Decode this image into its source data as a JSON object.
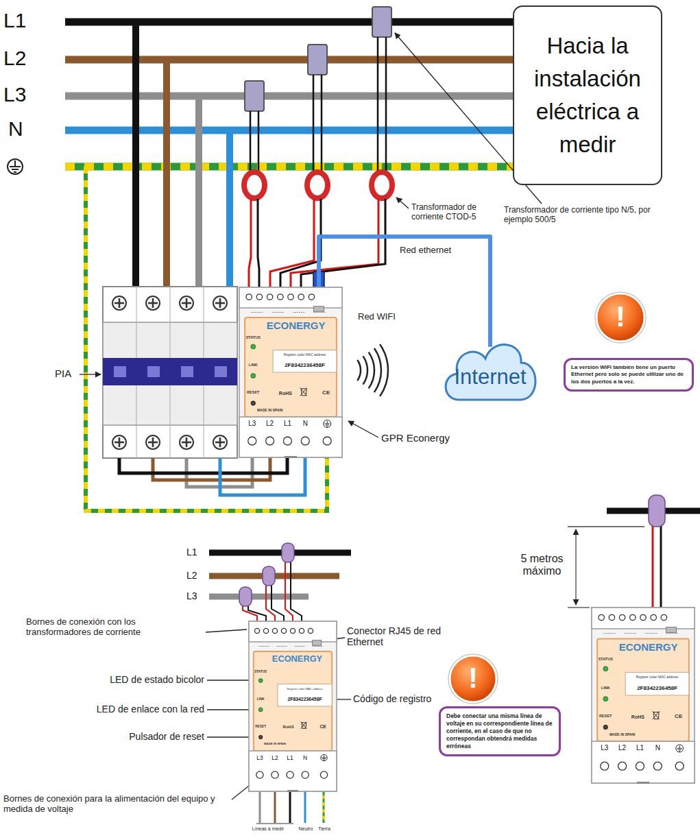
{
  "diagram": {
    "nodes": [
      {
        "text": [
          "Hacia la instalación eléctrica a medir"
        ]
      },
      {
        "text": [
          "ECONERGY",
          "STATUS",
          "LINK",
          "RESET",
          "Register code/ MAC address",
          "2F8342236458F",
          "RoHS",
          "CE",
          "MADE IN SPAIN",
          "L3",
          "L2",
          "L1",
          "N"
        ]
      },
      {
        "text": [
          "Internet"
        ]
      },
      {
        "text": [
          "La versión WiFi también tiene un puerto Ethernet pero solo se puede utilizar uno de los dos puertos a la vez."
        ]
      },
      {
        "text": [
          "ECONERGY",
          "STATUS",
          "LINK",
          "RESET",
          "Register code/ MAC address",
          "2F8342236458F",
          "RoHS",
          "CE",
          "MADE IN SPAIN",
          "L3",
          "L2",
          "L1",
          "N"
        ]
      },
      {
        "text": [
          "Debe conectar una misma línea de voltaje en su correspondiente línea de corriente, en el caso de que no correspondan obtendrá medidas erróneas"
        ]
      },
      {
        "text": [
          "ECONERGY",
          "STATUS",
          "LINK",
          "RESET",
          "Register code/ MAC address",
          "2F8342236458F",
          "RoHS",
          "CE",
          "MADE IN SPAIN",
          "L3",
          "L2",
          "L1",
          "N"
        ]
      }
    ],
    "edges": [
      {
        "from": 1,
        "to": 2,
        "arrow": "none"
      }
    ],
    "labels": [
      "L1",
      "L2",
      "L3",
      "N",
      "Transformador de corriente CTOD-5",
      "Transformador de corriente tipo N/5, por ejemplo 500/5",
      "Red ethernet",
      "Red WIFI",
      "PIA",
      "GPR Econergy",
      "L1",
      "L2",
      "L3",
      "Bornes de conexión con los transformadores de corriente",
      "Conector RJ45 de red Ethernet",
      "LED de estado bicolor",
      "LED de enlace con la red",
      "Código de registro",
      "Pulsador de reset",
      "Bornes de conexión para la alimentación del equipo y medida de voltaje",
      "Líneas a medir",
      "Neutro",
      "Tierra",
      "5 metros máximo",
      "!",
      "!"
    ]
  }
}
